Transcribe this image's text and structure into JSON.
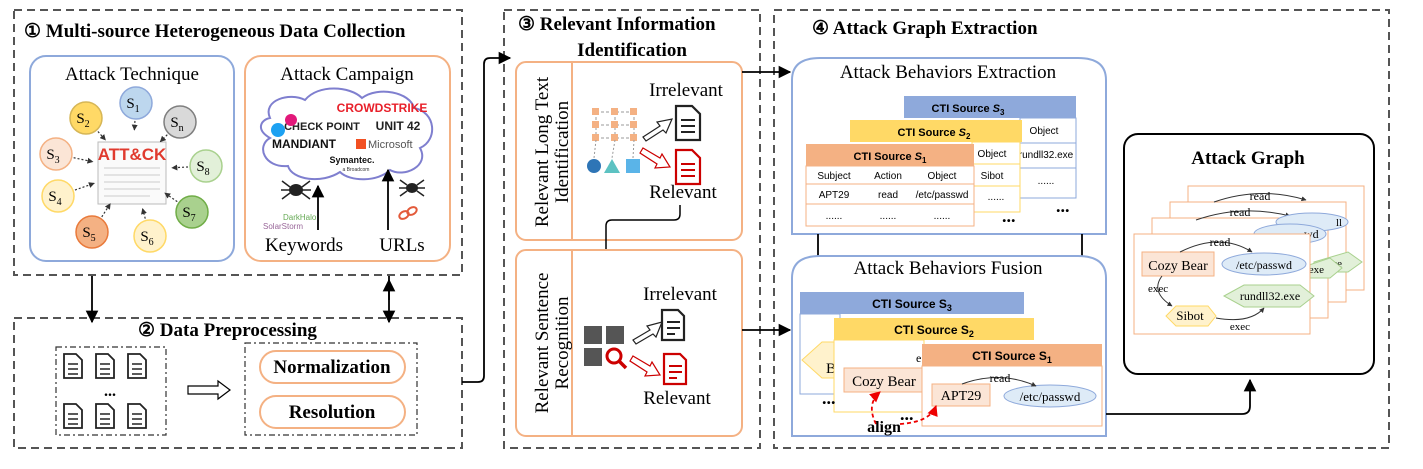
{
  "sections": {
    "s1": {
      "num": "①",
      "title": "Multi-source Heterogeneous Data Collection"
    },
    "s2": {
      "num": "②",
      "title": "Data Preprocessing"
    },
    "s3": {
      "num": "③",
      "title_line1": "Relevant Information",
      "title_line2": "Identification"
    },
    "s4": {
      "num": "④",
      "title": "Attack Graph Extraction"
    }
  },
  "technique": {
    "title": "Attack Technique",
    "center": "ATT&CK",
    "nodes": [
      "S",
      "S",
      "S",
      "S",
      "S",
      "S",
      "S",
      "S",
      "S"
    ],
    "subs": [
      "1",
      "n",
      "8",
      "7",
      "6",
      "5",
      "4",
      "3",
      "2"
    ]
  },
  "campaign": {
    "title": "Attack Campaign",
    "logos": [
      "CROWDSTRIKE",
      "CHECK POINT",
      "UNIT 42",
      "MANDIANT",
      "Microsoft",
      "Symantec."
    ],
    "logo_sub": "a Broadcom",
    "small_logo": [
      "DarkHalo",
      "SolarStorm"
    ],
    "keywords": "Keywords",
    "urls": "URLs"
  },
  "preprocessing": {
    "dots": "...",
    "normalization": "Normalization",
    "resolution": "Resolution"
  },
  "identification": {
    "long_text_line1": "Relevant Long Text",
    "long_text_line2": "Identification",
    "sentence_line1": "Relevant Sentence",
    "sentence_line2": "Recognition",
    "irrelevant": "Irrelevant",
    "relevant": "Relevant"
  },
  "extraction": {
    "title": "Attack Behaviors Extraction",
    "cti_label": "CTI Source ",
    "s_sub": [
      "3",
      "2",
      "1"
    ],
    "headers": [
      "Subject",
      "Action",
      "Object"
    ],
    "row1": [
      "APT29",
      "read",
      "/etc/passwd"
    ],
    "dots_row": [
      "......",
      "......",
      "......"
    ],
    "side_objects": [
      "Object",
      "Sibot",
      "......"
    ],
    "far_objects": [
      "Object",
      "rundll32.exe",
      "......"
    ],
    "ellipsis": "..."
  },
  "fusion": {
    "title": "Attack Behaviors Fusion",
    "cozy": "Cozy Bear",
    "apt": "APT29",
    "passwd": "/etc/passwd",
    "read": "read",
    "align": "align",
    "partial_b": "B",
    "partial_e": "e"
  },
  "graph": {
    "title": "Attack Graph",
    "cozy": "Cozy Bear",
    "passwd": "/etc/passwd",
    "sibot": "Sibot",
    "rundll": "rundll32.exe",
    "read": "read",
    "exec": "exec",
    "back_wd": "wd",
    "back_exe": ".exe",
    "back_ll": "ll"
  }
}
